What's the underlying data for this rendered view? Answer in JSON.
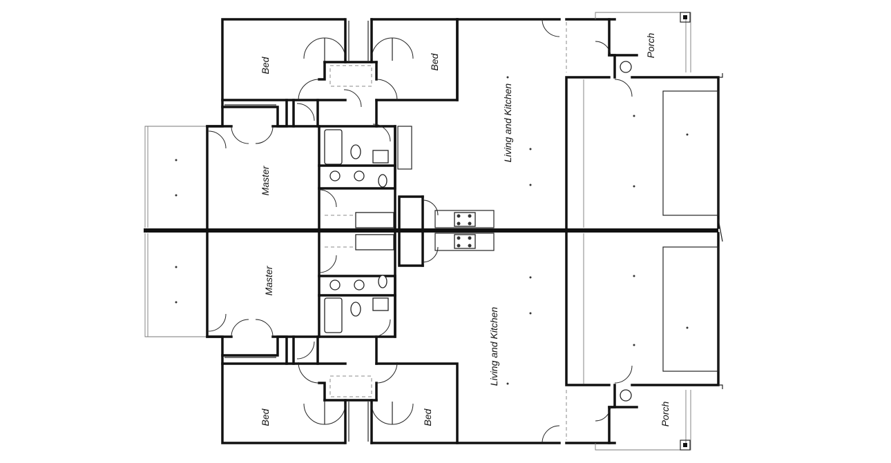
{
  "rooms": {
    "top_bed_left": "Bed",
    "top_bed_right": "Bed",
    "top_master": "Master",
    "top_living": "Living and Kitchen",
    "top_porch": "Porch",
    "bottom_bed_left": "Bed",
    "bottom_bed_right": "Bed",
    "bottom_master": "Master",
    "bottom_living": "Living and Kitchen",
    "bottom_porch": "Porch"
  }
}
